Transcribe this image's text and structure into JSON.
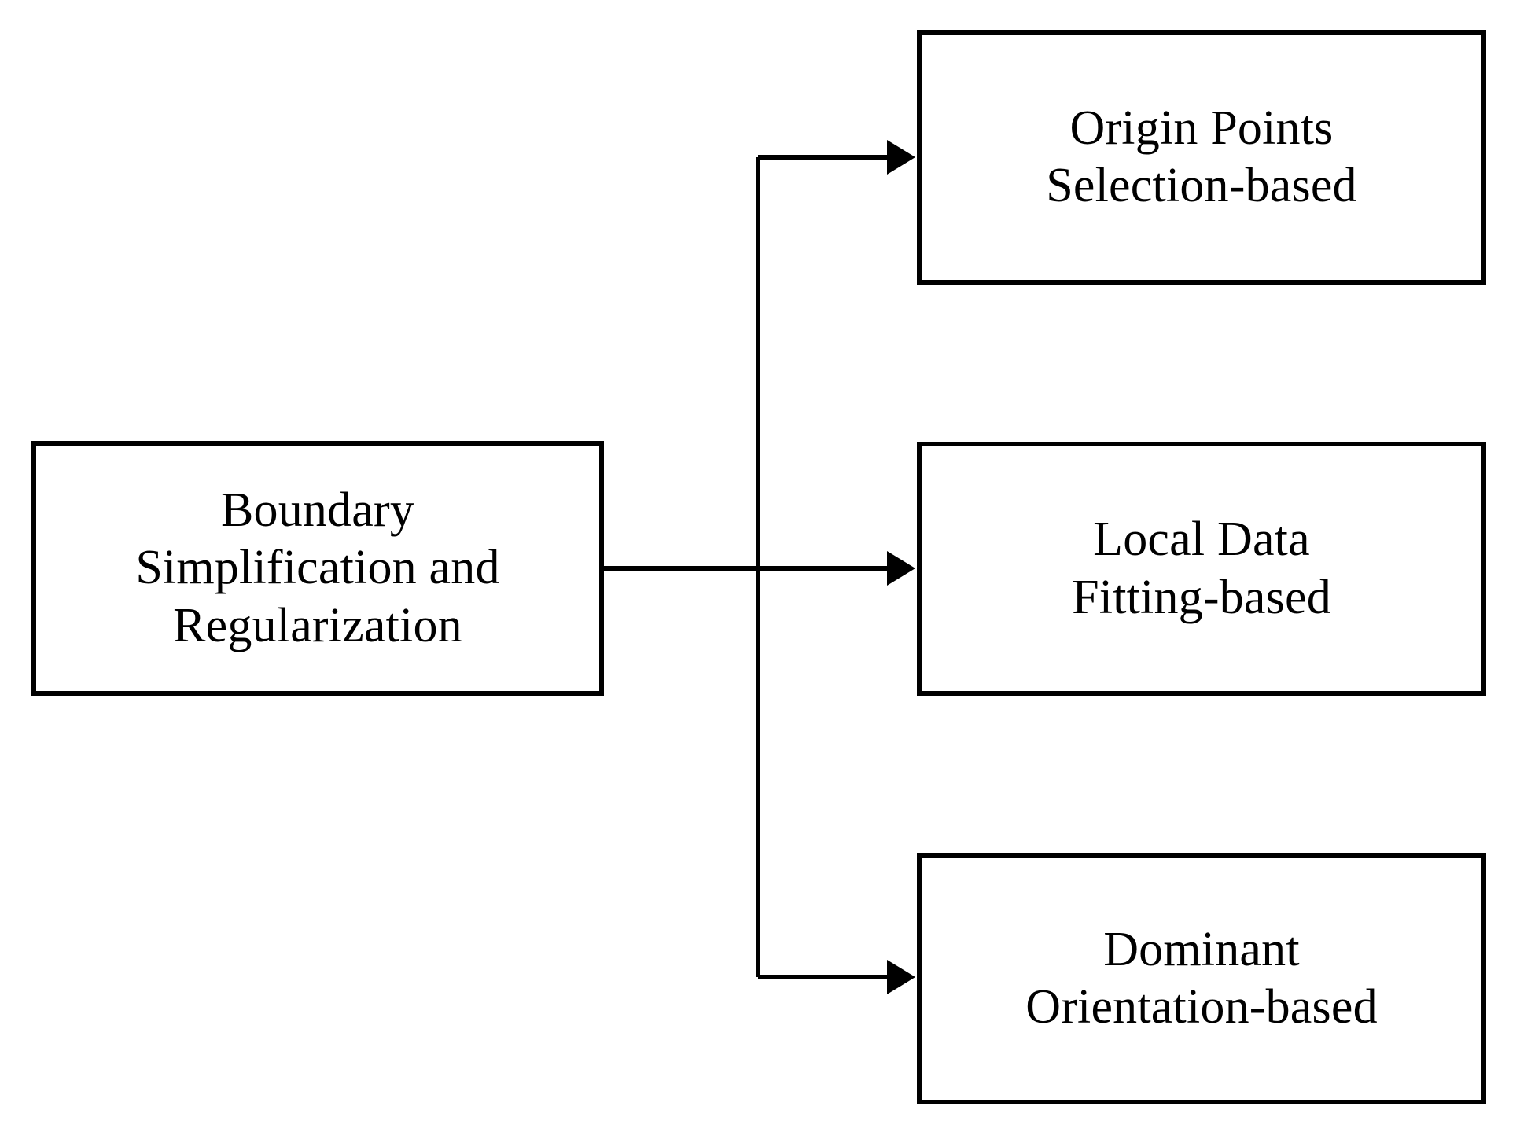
{
  "diagram": {
    "type": "flowchart",
    "orientation": "left-to-right",
    "background_color": "#ffffff",
    "line_color": "#000000",
    "nodes": {
      "source": {
        "id": "boundary-simplification-and-regularization",
        "label": "Boundary\nSimplification and\nRegularization",
        "shape": "rectangle",
        "border_color": "#000000",
        "fill_color": "#ffffff"
      },
      "branches": [
        {
          "id": "origin-points-selection-based",
          "label": "Origin Points\nSelection-based",
          "shape": "rectangle",
          "border_color": "#000000",
          "fill_color": "#ffffff"
        },
        {
          "id": "local-data-fitting-based",
          "label": "Local Data\nFitting-based",
          "shape": "rectangle",
          "border_color": "#000000",
          "fill_color": "#ffffff"
        },
        {
          "id": "dominant-orientation-based",
          "label": "Dominant\nOrientation-based",
          "shape": "rectangle",
          "border_color": "#000000",
          "fill_color": "#ffffff"
        }
      ]
    },
    "edges": [
      {
        "from": "boundary-simplification-and-regularization",
        "to": "origin-points-selection-based",
        "style": "orthogonal",
        "arrowhead": "solid-triangle"
      },
      {
        "from": "boundary-simplification-and-regularization",
        "to": "local-data-fitting-based",
        "style": "straight",
        "arrowhead": "solid-triangle"
      },
      {
        "from": "boundary-simplification-and-regularization",
        "to": "dominant-orientation-based",
        "style": "orthogonal",
        "arrowhead": "solid-triangle"
      }
    ]
  }
}
